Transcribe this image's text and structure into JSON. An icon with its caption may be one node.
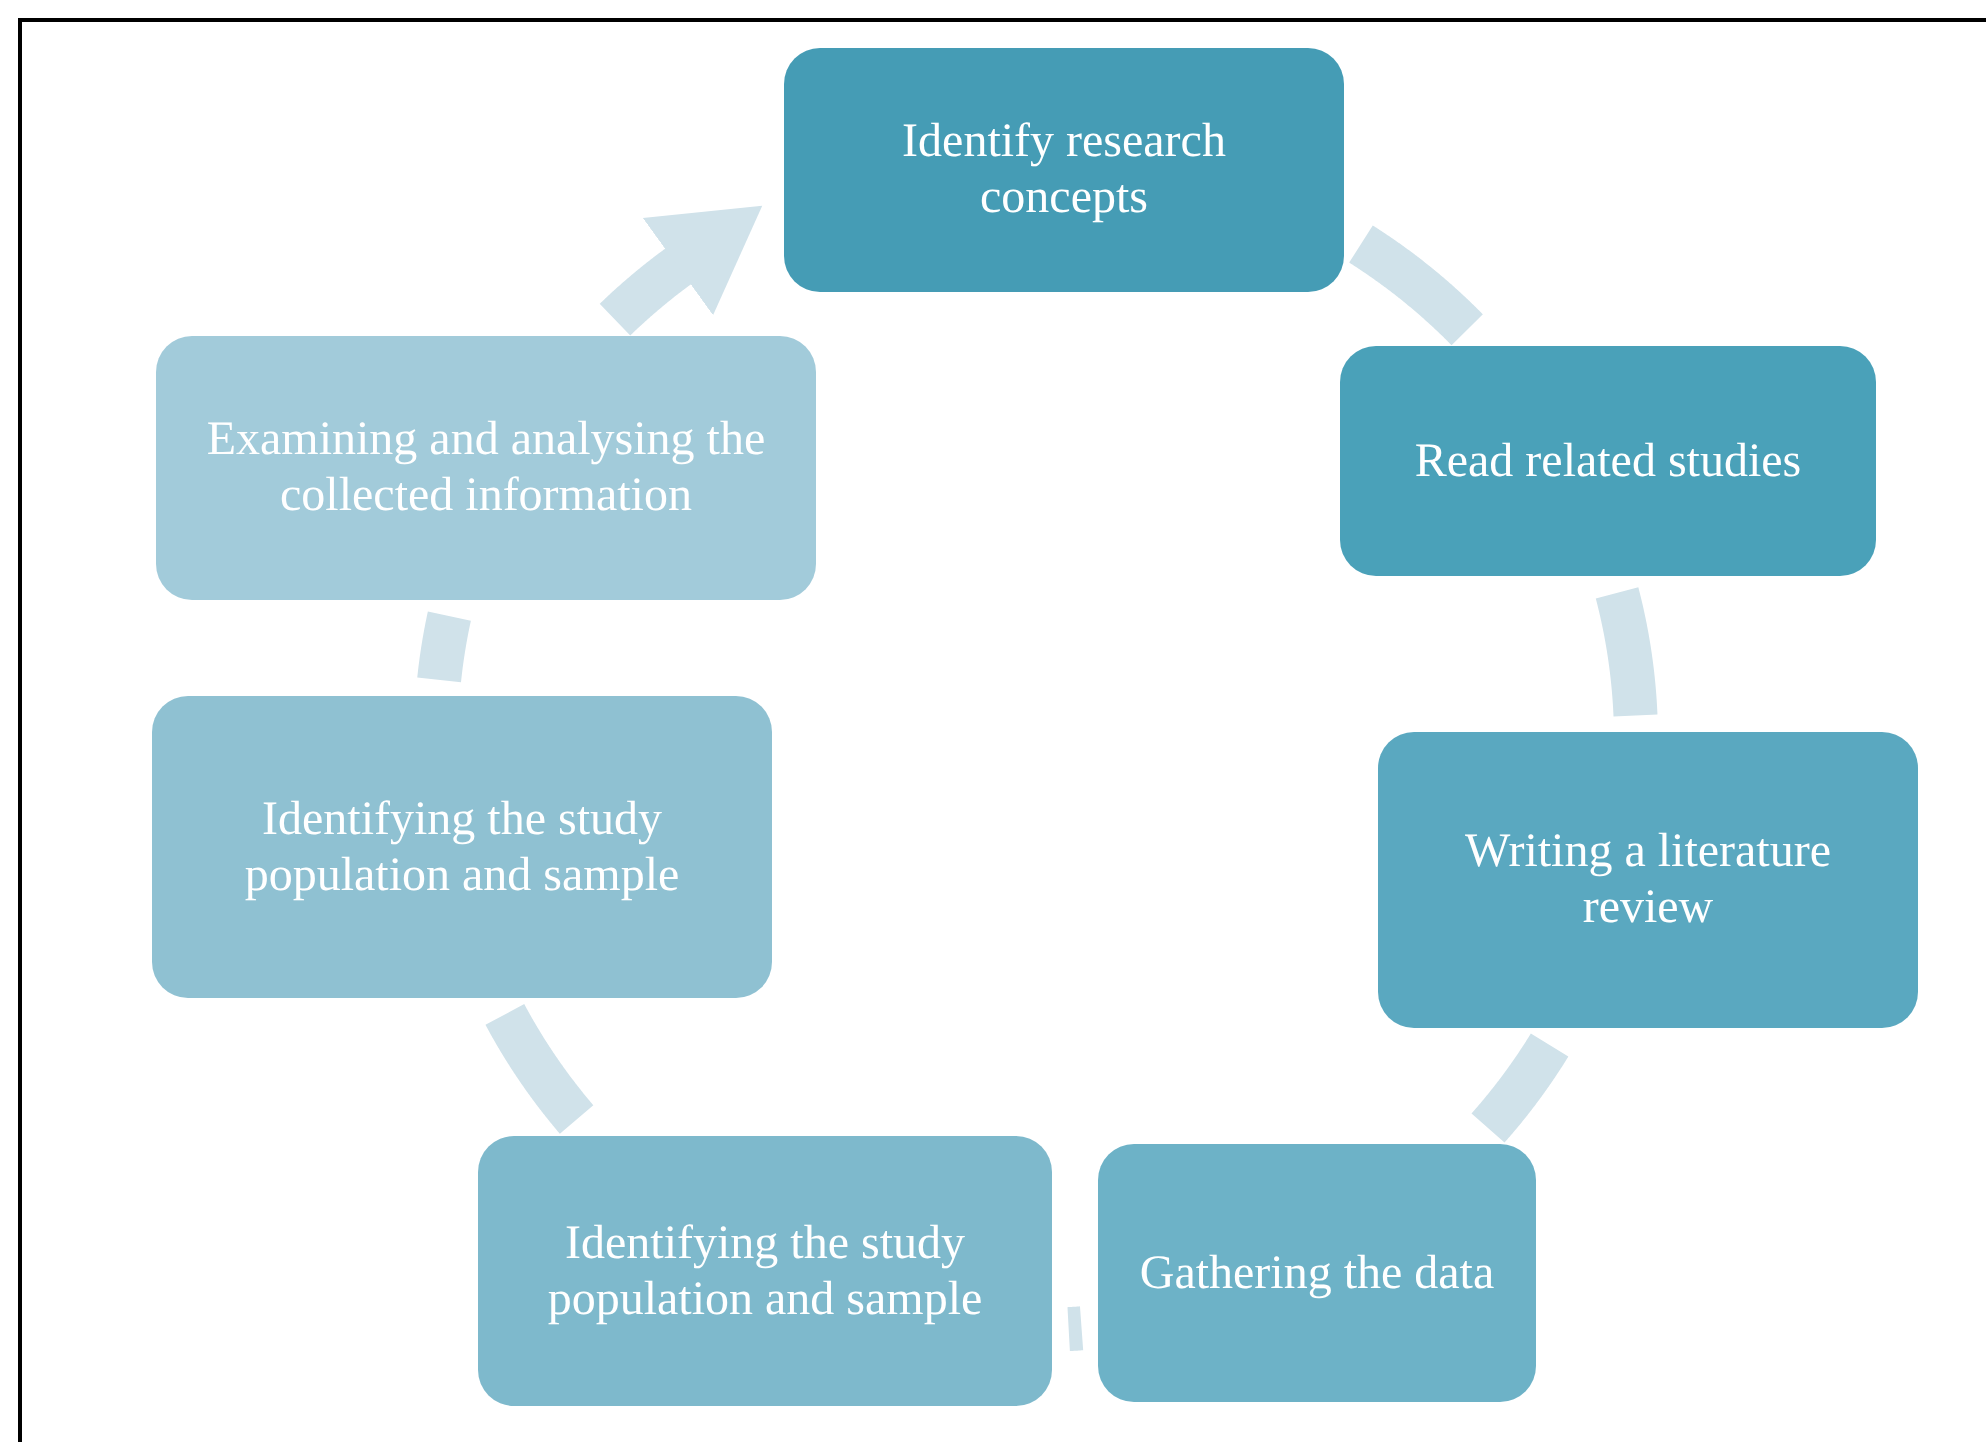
{
  "diagram": {
    "nodes": [
      {
        "text": [
          "Identify research concepts"
        ]
      },
      {
        "text": [
          "Read related studies"
        ]
      },
      {
        "text": [
          "Writing a literature review"
        ]
      },
      {
        "text": [
          "Gathering the data"
        ]
      },
      {
        "text": [
          "Identifying the study population and sample"
        ]
      },
      {
        "text": [
          "Identifying the study population and sample"
        ]
      },
      {
        "text": [
          "Examining and analysing the collected information"
        ]
      }
    ],
    "edges": [
      {
        "from": 0,
        "to": 1,
        "arrow": "none"
      },
      {
        "from": 1,
        "to": 2,
        "arrow": "none"
      },
      {
        "from": 2,
        "to": 3,
        "arrow": "none"
      },
      {
        "from": 3,
        "to": 4,
        "arrow": "none"
      },
      {
        "from": 4,
        "to": 5,
        "arrow": "none"
      },
      {
        "from": 5,
        "to": 6,
        "arrow": "none"
      },
      {
        "from": 6,
        "to": 0,
        "arrow": "to"
      }
    ]
  }
}
